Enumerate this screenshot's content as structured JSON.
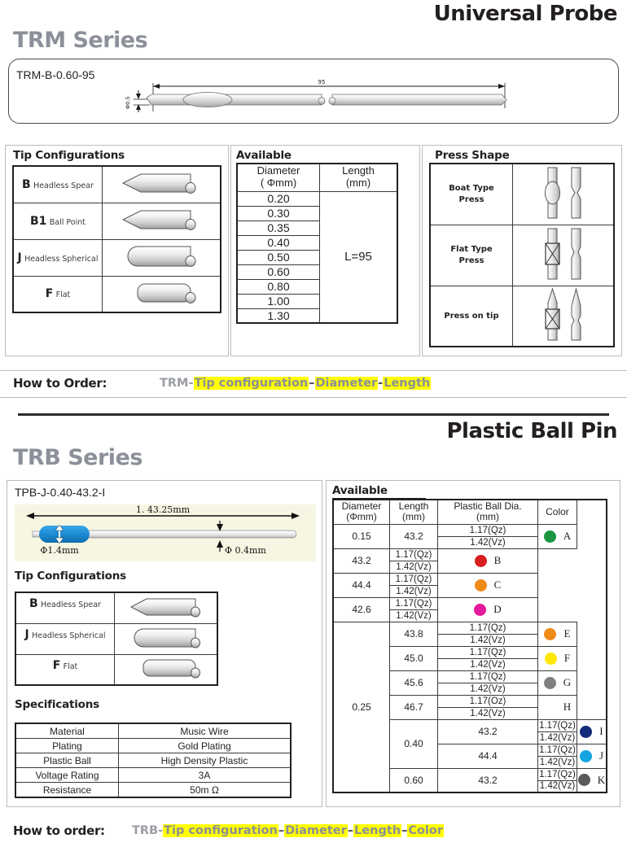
{
  "sections": [
    {
      "id": "trm",
      "title_right": "Universal Probe",
      "series": "TRM Series",
      "part_code": "TRM-B-0.60-95",
      "diagram": {
        "length_label": "95",
        "dia_label": "Φ0.5"
      },
      "tip_header": "Tip Configurations",
      "tips": [
        {
          "code": "B",
          "name": "Headless Spear",
          "shape": "spear"
        },
        {
          "code": "B1",
          "name": "Ball Point",
          "shape": "ballpoint"
        },
        {
          "code": "J",
          "name": "Headless Spherical",
          "shape": "spherical"
        },
        {
          "code": "F",
          "name": "Flat",
          "shape": "flat"
        }
      ],
      "available_header": "Available",
      "available_cols": [
        "Diameter ( Φmm)",
        "Length (mm)"
      ],
      "available_col1_l1": "Diameter",
      "available_col1_l2": "( Φmm)",
      "available_col2_l1": "Length",
      "available_col2_l2": "(mm)",
      "diameters": [
        "0.20",
        "0.30",
        "0.35",
        "0.40",
        "0.50",
        "0.60",
        "0.80",
        "1.00",
        "1.30"
      ],
      "length_value": "L=95",
      "press_header": "Press Shape",
      "press_rows": [
        {
          "l1": "Boat Type",
          "l2": "Press",
          "shape": "boat"
        },
        {
          "l1": "Flat Type",
          "l2": "Press",
          "shape": "flat"
        },
        {
          "l1": "Press on tip",
          "l2": "",
          "shape": "tip"
        }
      ],
      "order_label": "How to Order:",
      "order_prefix": "TRM-",
      "order_parts": [
        "Tip configuration",
        "Diameter",
        "Length"
      ],
      "order_seps": [
        "–",
        "-"
      ]
    },
    {
      "id": "trb",
      "title_right": "Plastic Ball Pin",
      "series": "TRB Series",
      "part_code": "TPB-J-0.40-43.2-I",
      "diagram": {
        "length_label": "1. 43.25mm",
        "ball_label": "Φ1.4mm",
        "pin_label": "Φ 0.4mm"
      },
      "tip_header": "Tip Configurations",
      "tips": [
        {
          "code": "B",
          "name": "Headless Spear",
          "shape": "spear"
        },
        {
          "code": "J",
          "name": "Headless Spherical",
          "shape": "spherical"
        },
        {
          "code": "F",
          "name": "Flat",
          "shape": "flat"
        }
      ],
      "spec_header": "Specifications",
      "specs": [
        {
          "k": "Material",
          "v": "Music Wire"
        },
        {
          "k": "Plating",
          "v": "Gold Plating"
        },
        {
          "k": "Plastic Ball",
          "v": "High  Density  Plastic"
        },
        {
          "k": "Voltage Rating",
          "v": "3A"
        },
        {
          "k": "Resistance",
          "v": "50m Ω"
        }
      ],
      "available_header": "Available",
      "available_cols": [
        {
          "l1": "Diameter",
          "l2": "(Φmm)"
        },
        {
          "l1": "Length",
          "l2": "(mm)"
        },
        {
          "l1": "Plastic Ball Dia.",
          "l2": "(mm)"
        },
        {
          "l1": "Color",
          "l2": ""
        }
      ],
      "ball_qz": "1.17(Qz)",
      "ball_vz": "1.42(Vz)",
      "ball_oz": "1.17(Oz)",
      "rows": [
        {
          "dia": "0.15",
          "dia_span": 1,
          "len": "43.2",
          "ball1": "1.17(Qz)",
          "ball2": "1.42(Vz)",
          "letter": "A",
          "color": "#1a9641"
        },
        {
          "dia": "",
          "dia_span": 0,
          "len": "43.2",
          "ball1": "1.17(Qz)",
          "ball2": "1.42(Vz)",
          "letter": "B",
          "color": "#d81f1f"
        },
        {
          "dia": "",
          "dia_span": 0,
          "len": "44.4",
          "ball1": "1.17(Qz)",
          "ball2": "1.42(Vz)",
          "letter": "C",
          "color": "#ef8a1b"
        },
        {
          "dia": "",
          "dia_span": 0,
          "len": "42.6",
          "ball1": "1.17(Qz)",
          "ball2": "1.42(Vz)",
          "letter": "D",
          "color": "#e5199b"
        },
        {
          "dia": "0.25",
          "dia_span": 7,
          "len": "43.8",
          "ball1": "1.17(Qz)",
          "ball2": "1.42(Vz)",
          "letter": "E",
          "color": "#ef8a1b"
        },
        {
          "dia": "",
          "dia_span": 0,
          "len": "45.0",
          "ball1": "1.17(Qz)",
          "ball2": "1.42(Vz)",
          "letter": "F",
          "color": "#ffe800"
        },
        {
          "dia": "",
          "dia_span": 0,
          "len": "45.6",
          "ball1": "1.17(Qz)",
          "ball2": "1.42(Vz)",
          "letter": "G",
          "color": "#808080"
        },
        {
          "dia": "",
          "dia_span": 0,
          "len": "46.7",
          "ball1": "1.17(Oz)",
          "ball2": "1.42(Vz)",
          "letter": "H",
          "color": "none"
        },
        {
          "dia": "0.40",
          "dia_span": 2,
          "len": "43.2",
          "ball1": "1.17(Qz)",
          "ball2": "1.42(Vz)",
          "letter": "I",
          "color": "#152a7a"
        },
        {
          "dia": "",
          "dia_span": 0,
          "len": "44.4",
          "ball1": "1.17(Qz)",
          "ball2": "1.42(Vz)",
          "letter": "J",
          "color": "#14a3e0"
        },
        {
          "dia": "0.60",
          "dia_span": 1,
          "len": "43.2",
          "ball1": "1.17(Qz)",
          "ball2": "1.42(Vz)",
          "letter": "K",
          "color": "#5a5a5a"
        }
      ],
      "order_label": "How to order:",
      "order_prefix": "TRB-",
      "order_parts": [
        "Tip configuration",
        "Diameter",
        "Length",
        "Color"
      ],
      "order_seps": [
        "–",
        "–",
        "–"
      ]
    }
  ],
  "colors": {
    "series_gray": "#8b9099",
    "highlight": "#ffff00",
    "diagram_bg": "#f7f6e3",
    "ball_blue": "#1f8fd8"
  }
}
